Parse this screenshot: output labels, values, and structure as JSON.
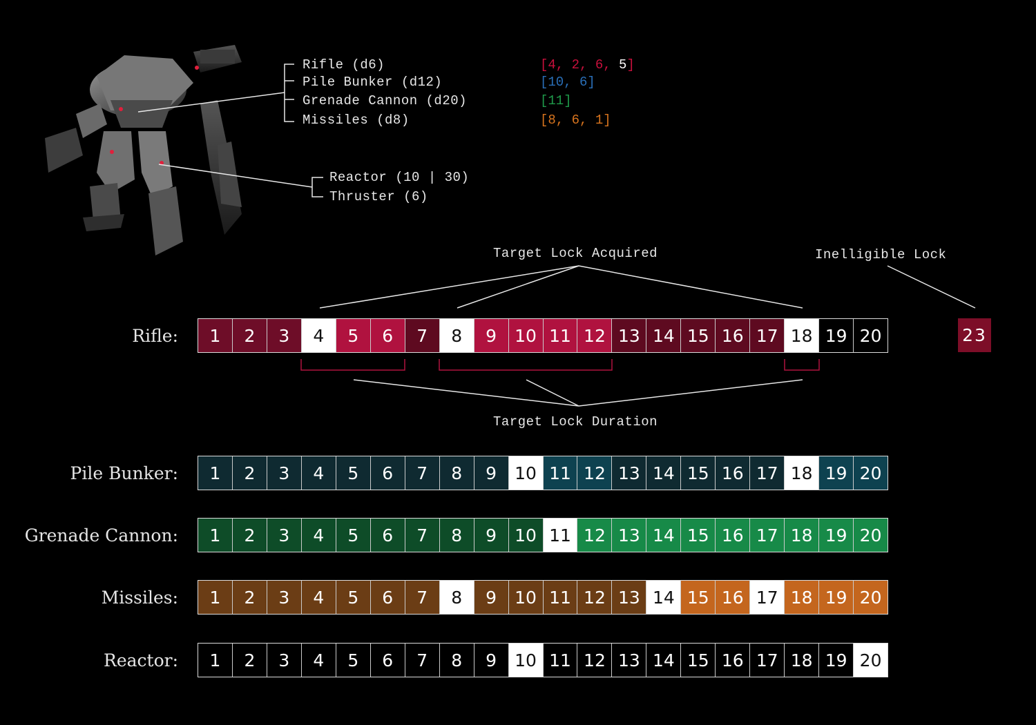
{
  "legend": {
    "weapons": [
      {
        "label": "Rifle (d6)",
        "rolls": [
          {
            "text": "[4, ",
            "color": "#c8103c"
          },
          {
            "text": "2, ",
            "color": "#c8103c"
          },
          {
            "text": "6, ",
            "color": "#c8103c"
          },
          {
            "text": "5",
            "color": "#ffffff"
          },
          {
            "text": "]",
            "color": "#c8103c"
          }
        ]
      },
      {
        "label": "Pile Bunker (d12)",
        "rolls": [
          {
            "text": "[10, 6]",
            "color": "#2a6fb8"
          }
        ]
      },
      {
        "label": "Grenade Cannon (d20)",
        "rolls": [
          {
            "text": "[11]",
            "color": "#1f9a4a"
          }
        ]
      },
      {
        "label": "Missiles (d8)",
        "rolls": [
          {
            "text": "[8, 6, 1]",
            "color": "#d8741e"
          }
        ]
      }
    ],
    "systems": [
      "Reactor (10 | 30)",
      "Thruster (6)"
    ]
  },
  "captions": {
    "acquired": "Target Lock Acquired",
    "ineligible": "Inelligible Lock",
    "duration": "Target Lock Duration"
  },
  "rifle_extra": {
    "value": "23",
    "color": "#7d0e28"
  },
  "tracks": [
    {
      "id": "rifle",
      "label": "Rifle:",
      "colors": [
        "#6e0d28",
        "#6e0d28",
        "#6e0d28",
        "white",
        "#b0123f",
        "#b0123f",
        "#5e0a20",
        "white",
        "#b0123f",
        "#b0123f",
        "#b0123f",
        "#b0123f",
        "#5e0a20",
        "#5e0a20",
        "#5e0a20",
        "#5e0a20",
        "#5e0a20",
        "white",
        "#000000",
        "#000000"
      ]
    },
    {
      "id": "pile-bunker",
      "label": "Pile Bunker:",
      "colors": [
        "#0f2a31",
        "#0f2a31",
        "#0f2a31",
        "#0f2a31",
        "#0f2a31",
        "#0f2a31",
        "#0f2a31",
        "#0f2a31",
        "#0f2a31",
        "white",
        "#0e4250",
        "#0e4250",
        "#0f2a31",
        "#0f2a31",
        "#0f2a31",
        "#0f2a31",
        "#0f2a31",
        "white",
        "#0e4250",
        "#0e4250"
      ]
    },
    {
      "id": "grenade-cannon",
      "label": "Grenade Cannon:",
      "colors": [
        "#0e4c28",
        "#0e4c28",
        "#0e4c28",
        "#0e4c28",
        "#0e4c28",
        "#0e4c28",
        "#0e4c28",
        "#0e4c28",
        "#0e4c28",
        "#0e4c28",
        "white",
        "#178a48",
        "#178a48",
        "#178a48",
        "#178a48",
        "#178a48",
        "#178a48",
        "#178a48",
        "#178a48",
        "#178a48"
      ]
    },
    {
      "id": "missiles",
      "label": "Missiles:",
      "colors": [
        "#6b3d15",
        "#6b3d15",
        "#6b3d15",
        "#6b3d15",
        "#6b3d15",
        "#6b3d15",
        "#6b3d15",
        "white",
        "#6b3d15",
        "#6b3d15",
        "#6b3d15",
        "#6b3d15",
        "#6b3d15",
        "white",
        "#c4661e",
        "#c4661e",
        "white",
        "#c4661e",
        "#c4661e",
        "#c4661e"
      ]
    },
    {
      "id": "reactor",
      "label": "Reactor:",
      "colors": [
        "#000000",
        "#000000",
        "#000000",
        "#000000",
        "#000000",
        "#000000",
        "#000000",
        "#000000",
        "#000000",
        "white",
        "#000000",
        "#000000",
        "#000000",
        "#000000",
        "#000000",
        "#000000",
        "#000000",
        "#000000",
        "#000000",
        "white"
      ]
    }
  ],
  "cell_numbers": [
    "1",
    "2",
    "3",
    "4",
    "5",
    "6",
    "7",
    "8",
    "9",
    "10",
    "11",
    "12",
    "13",
    "14",
    "15",
    "16",
    "17",
    "18",
    "19",
    "20"
  ],
  "bracket_color": "#b0123f",
  "icons": {
    "mech": "armored-core-mech-image"
  }
}
